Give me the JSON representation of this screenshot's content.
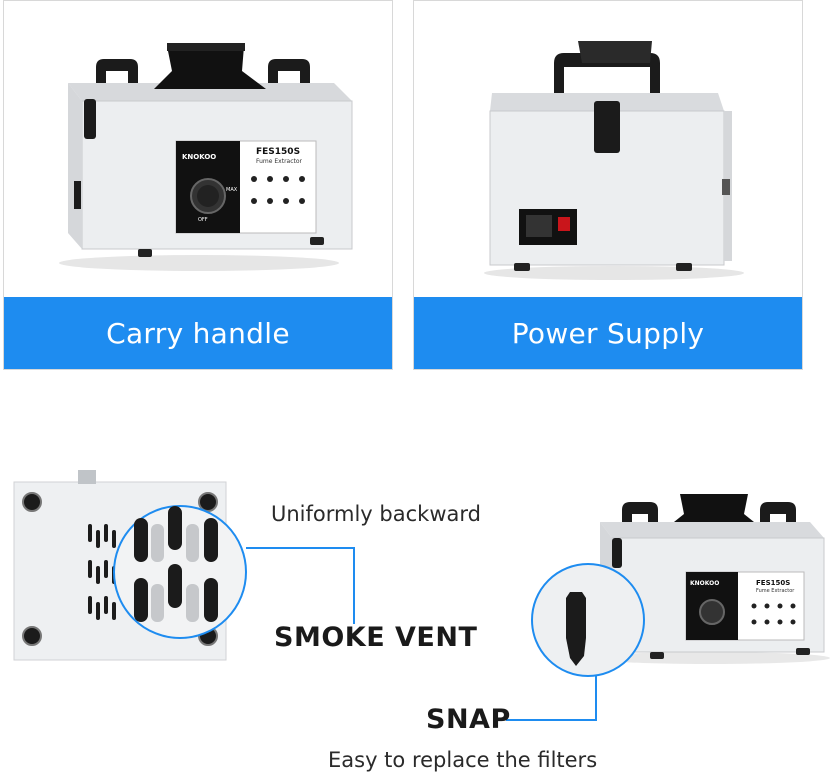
{
  "panels": [
    {
      "banner": "Carry handle"
    },
    {
      "banner": "Power Supply"
    }
  ],
  "device": {
    "brand": "KNOKOO",
    "model": "FES150S",
    "subtitle": "Fume Extractor",
    "knob_off": "OFF",
    "knob_max": "MAX"
  },
  "callouts": {
    "uniformly_backward": "Uniformly backward",
    "smoke_vent": "SMOKE VENT",
    "snap": "SNAP",
    "easy_replace": "Easy to replace the filters"
  },
  "colors": {
    "banner_blue": "#1e8cf0",
    "line_blue": "#1e8cf0",
    "device_white": "#e9eaec",
    "handle_black": "#1b1b1b"
  }
}
